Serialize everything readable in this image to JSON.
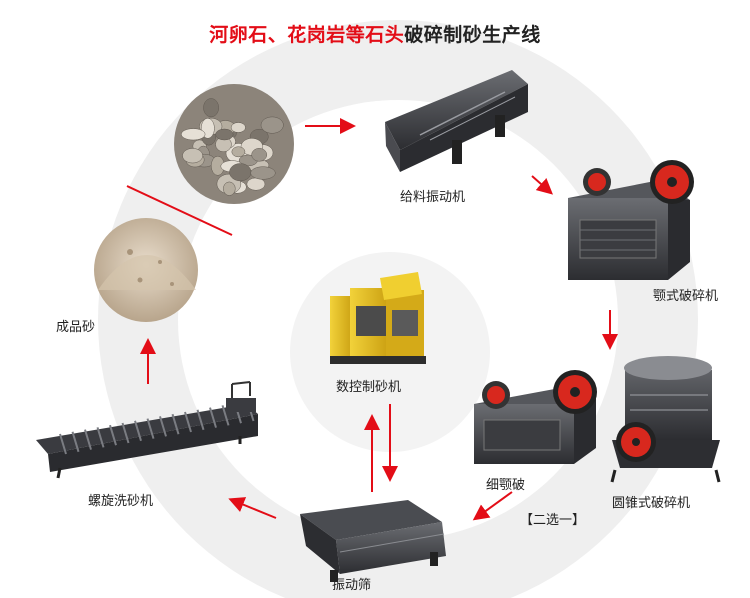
{
  "title": {
    "red_part": "河卵石、花岗岩等石头",
    "dark_part": "破碎制砂生产线"
  },
  "labels": {
    "feeder": "给料振动机",
    "jaw_crusher": "颚式破碎机",
    "fine_jaw_crusher": "细颚破",
    "cone_crusher": "圆锥式破碎机",
    "choose_one": "【二选一】",
    "vibrating_screen": "振动筛",
    "sand_washer": "螺旋洗砂机",
    "finished_sand": "成品砂",
    "sand_maker": "数控制砂机"
  },
  "colors": {
    "accent_red": "#e30d17",
    "ring": "#efefef",
    "inner": "#ffffff",
    "text": "#222222",
    "machine_dark": "#3a3a3c",
    "machine_red": "#d8281e",
    "machine_yellow": "#e8c21a"
  },
  "icons": [
    "pebbles-image",
    "feeder-machine-image",
    "jaw-crusher-image",
    "fine-jaw-crusher-image",
    "cone-crusher-image",
    "vibrating-screen-image",
    "spiral-sand-washer-image",
    "sand-pile-image",
    "sand-making-machine-image"
  ]
}
